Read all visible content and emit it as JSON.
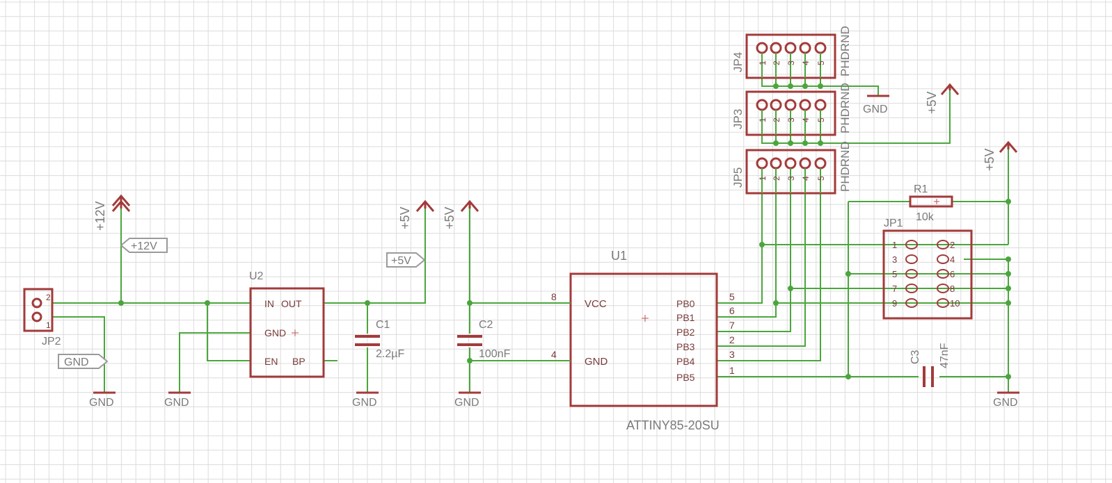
{
  "components": {
    "jp1": {
      "ref": "JP1",
      "pins": [
        "1",
        "2",
        "3",
        "4",
        "5",
        "6",
        "7",
        "8",
        "9",
        "10"
      ]
    },
    "jp2": {
      "ref": "JP2",
      "pin1": "1",
      "pin2": "2"
    },
    "jp3": {
      "ref": "JP3",
      "value": "PHDRND",
      "pins": [
        "1",
        "2",
        "3",
        "4",
        "5"
      ]
    },
    "jp4": {
      "ref": "JP4",
      "value": "PHDRND",
      "pins": [
        "1",
        "2",
        "3",
        "4",
        "5"
      ]
    },
    "jp5": {
      "ref": "JP5",
      "value": "PHDRND",
      "pins": [
        "1",
        "2",
        "3",
        "4",
        "5"
      ]
    },
    "u1": {
      "ref": "U1",
      "value": "ATTINY85-20SU",
      "pins": [
        {
          "name": "VCC",
          "num": "8"
        },
        {
          "name": "GND",
          "num": "4"
        },
        {
          "name": "PB0",
          "num": "5"
        },
        {
          "name": "PB1",
          "num": "6"
        },
        {
          "name": "PB2",
          "num": "7"
        },
        {
          "name": "PB3",
          "num": "2"
        },
        {
          "name": "PB4",
          "num": "3"
        },
        {
          "name": "PB5",
          "num": "1"
        }
      ]
    },
    "u2": {
      "ref": "U2",
      "pins": {
        "in": "IN",
        "out": "OUT",
        "gnd": "GND",
        "en": "EN",
        "bp": "BP"
      }
    },
    "c1": {
      "ref": "C1",
      "value": "2.2µF"
    },
    "c2": {
      "ref": "C2",
      "value": "100nF"
    },
    "c3": {
      "ref": "C3",
      "value": "47nF"
    },
    "r1": {
      "ref": "R1",
      "value": "10k"
    }
  },
  "supplies": {
    "p12v": "+12V",
    "p5v": "+5V",
    "gnd": "GND"
  },
  "net_labels": {
    "p12v": "+12V",
    "p5v": "+5V",
    "gnd": "GND"
  },
  "colors": {
    "wire": "#4aa63c",
    "part": "#a33a3a",
    "label": "#7a7a7a",
    "grid": "#dcdcdc"
  }
}
